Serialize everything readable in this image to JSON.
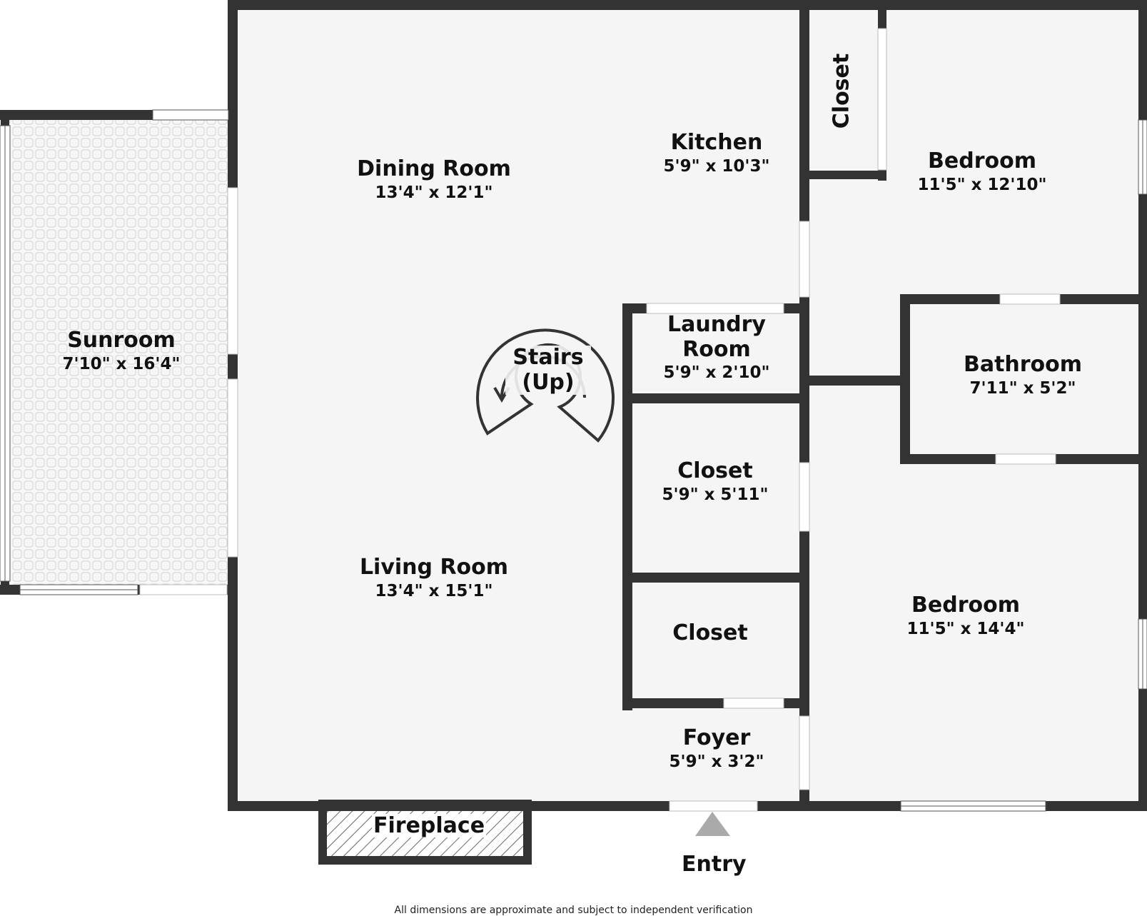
{
  "rooms": {
    "sunroom": {
      "name": "Sunroom",
      "dims": "7'10\" x 16'4\""
    },
    "dining": {
      "name": "Dining Room",
      "dims": "13'4\" x 12'1\""
    },
    "kitchen": {
      "name": "Kitchen",
      "dims": "5'9\" x 10'3\""
    },
    "closet_top": {
      "name": "Closet"
    },
    "bedroom_top": {
      "name": "Bedroom",
      "dims": "11'5\" x 12'10\""
    },
    "laundry": {
      "name_line1": "Laundry",
      "name_line2": "Room",
      "dims": "5'9\" x 2'10\""
    },
    "stairs": {
      "name_line1": "Stairs",
      "name_line2": "(Up)"
    },
    "bathroom": {
      "name": "Bathroom",
      "dims": "7'11\" x 5'2\""
    },
    "closet_mid": {
      "name": "Closet",
      "dims": "5'9\" x 5'11\""
    },
    "living": {
      "name": "Living Room",
      "dims": "13'4\" x 15'1\""
    },
    "closet_low": {
      "name": "Closet"
    },
    "bedroom_bottom": {
      "name": "Bedroom",
      "dims": "11'5\" x 14'4\""
    },
    "foyer": {
      "name": "Foyer",
      "dims": "5'9\" x 3'2\""
    },
    "fireplace": {
      "name": "Fireplace"
    }
  },
  "entry": "Entry",
  "footnote": "All dimensions are approximate and subject to independent verification",
  "colors": {
    "wall": "#333333",
    "floor": "#f5f5f5",
    "window": "#ffffff",
    "entry_arrow": "#aaaaaa"
  }
}
